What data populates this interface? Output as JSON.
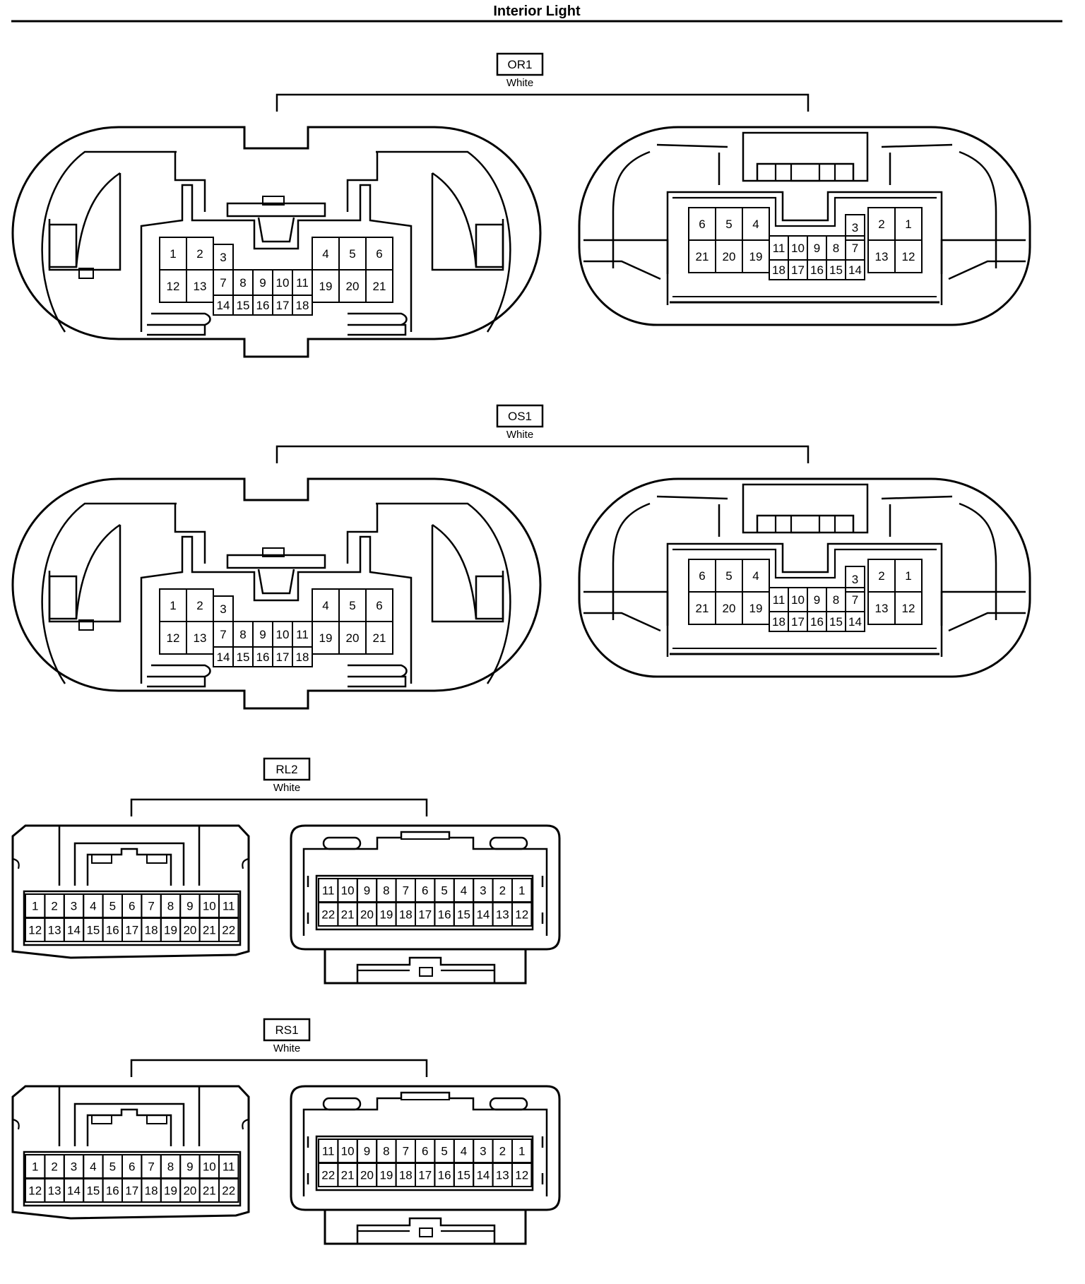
{
  "page": {
    "title": "Interior Light"
  },
  "connectors": [
    {
      "id": "OR1",
      "color": "White",
      "shape": "round-21",
      "left_face": {
        "top_left": [
          "1",
          "2"
        ],
        "pin3": "3",
        "top_right": [
          "4",
          "5",
          "6"
        ],
        "mid_left": [
          "12",
          "13"
        ],
        "mid_center": [
          "7",
          "8",
          "9",
          "10",
          "11"
        ],
        "mid_right": [
          "19",
          "20",
          "21"
        ],
        "bottom_center": [
          "14",
          "15",
          "16",
          "17",
          "18"
        ]
      },
      "right_face": {
        "top_left": [
          "6",
          "5",
          "4"
        ],
        "pin3": "3",
        "top_right": [
          "2",
          "1"
        ],
        "mid_left": [
          "21",
          "20",
          "19"
        ],
        "mid_center": [
          "11",
          "10",
          "9",
          "8",
          "7"
        ],
        "mid_right": [
          "13",
          "12"
        ],
        "bottom_center": [
          "18",
          "17",
          "16",
          "15",
          "14"
        ]
      }
    },
    {
      "id": "OS1",
      "color": "White",
      "shape": "round-21",
      "left_face": {
        "top_left": [
          "1",
          "2"
        ],
        "pin3": "3",
        "top_right": [
          "4",
          "5",
          "6"
        ],
        "mid_left": [
          "12",
          "13"
        ],
        "mid_center": [
          "7",
          "8",
          "9",
          "10",
          "11"
        ],
        "mid_right": [
          "19",
          "20",
          "21"
        ],
        "bottom_center": [
          "14",
          "15",
          "16",
          "17",
          "18"
        ]
      },
      "right_face": {
        "top_left": [
          "6",
          "5",
          "4"
        ],
        "pin3": "3",
        "top_right": [
          "2",
          "1"
        ],
        "mid_left": [
          "21",
          "20",
          "19"
        ],
        "mid_center": [
          "11",
          "10",
          "9",
          "8",
          "7"
        ],
        "mid_right": [
          "13",
          "12"
        ],
        "bottom_center": [
          "18",
          "17",
          "16",
          "15",
          "14"
        ]
      }
    },
    {
      "id": "RL2",
      "color": "White",
      "shape": "rect-22",
      "left_face": {
        "row1": [
          "1",
          "2",
          "3",
          "4",
          "5",
          "6",
          "7",
          "8",
          "9",
          "10",
          "11"
        ],
        "row2": [
          "12",
          "13",
          "14",
          "15",
          "16",
          "17",
          "18",
          "19",
          "20",
          "21",
          "22"
        ]
      },
      "right_face": {
        "row1": [
          "11",
          "10",
          "9",
          "8",
          "7",
          "6",
          "5",
          "4",
          "3",
          "2",
          "1"
        ],
        "row2": [
          "22",
          "21",
          "20",
          "19",
          "18",
          "17",
          "16",
          "15",
          "14",
          "13",
          "12"
        ]
      }
    },
    {
      "id": "RS1",
      "color": "White",
      "shape": "rect-22",
      "left_face": {
        "row1": [
          "1",
          "2",
          "3",
          "4",
          "5",
          "6",
          "7",
          "8",
          "9",
          "10",
          "11"
        ],
        "row2": [
          "12",
          "13",
          "14",
          "15",
          "16",
          "17",
          "18",
          "19",
          "20",
          "21",
          "22"
        ]
      },
      "right_face": {
        "row1": [
          "11",
          "10",
          "9",
          "8",
          "7",
          "6",
          "5",
          "4",
          "3",
          "2",
          "1"
        ],
        "row2": [
          "22",
          "21",
          "20",
          "19",
          "18",
          "17",
          "16",
          "15",
          "14",
          "13",
          "12"
        ]
      }
    }
  ]
}
